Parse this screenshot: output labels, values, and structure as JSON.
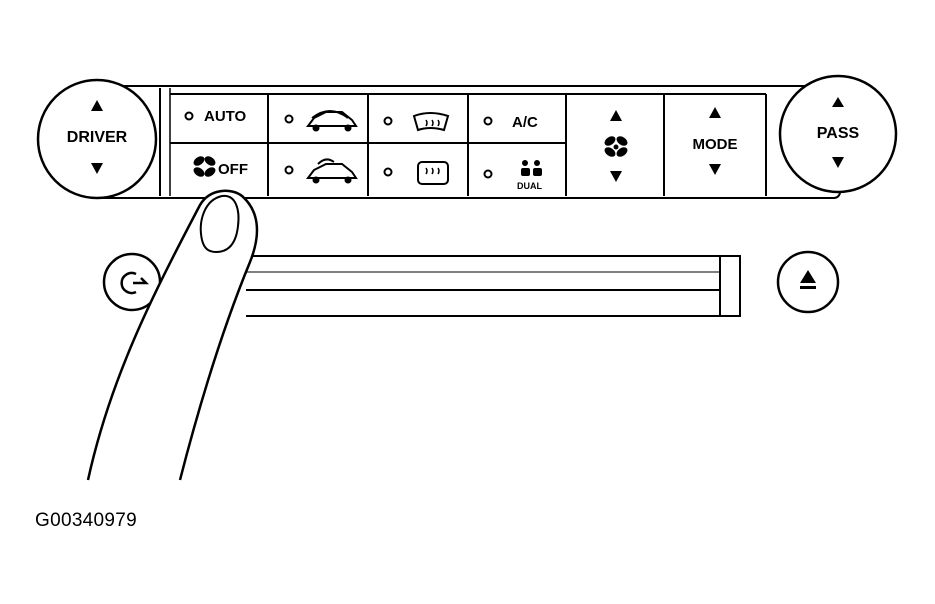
{
  "panel": {
    "driver_label": "DRIVER",
    "pass_label": "PASS",
    "auto_label": "AUTO",
    "off_label": "OFF",
    "ac_label": "A/C",
    "dual_label": "DUAL",
    "mode_label": "MODE"
  },
  "icons": {
    "driver_up": "triangle-up-icon",
    "driver_down": "triangle-down-icon",
    "fan": "fan-icon",
    "recirculate": "recirculate-car-icon",
    "fresh_air": "fresh-air-car-icon",
    "front_defrost": "front-defrost-icon",
    "rear_defrost": "rear-defrost-icon",
    "dual": "dual-zone-icon",
    "mode": "mode-arrows-icon",
    "power": "power-icon",
    "eject": "eject-icon",
    "finger": "pointing-finger-icon"
  },
  "figure_code": "G00340979"
}
